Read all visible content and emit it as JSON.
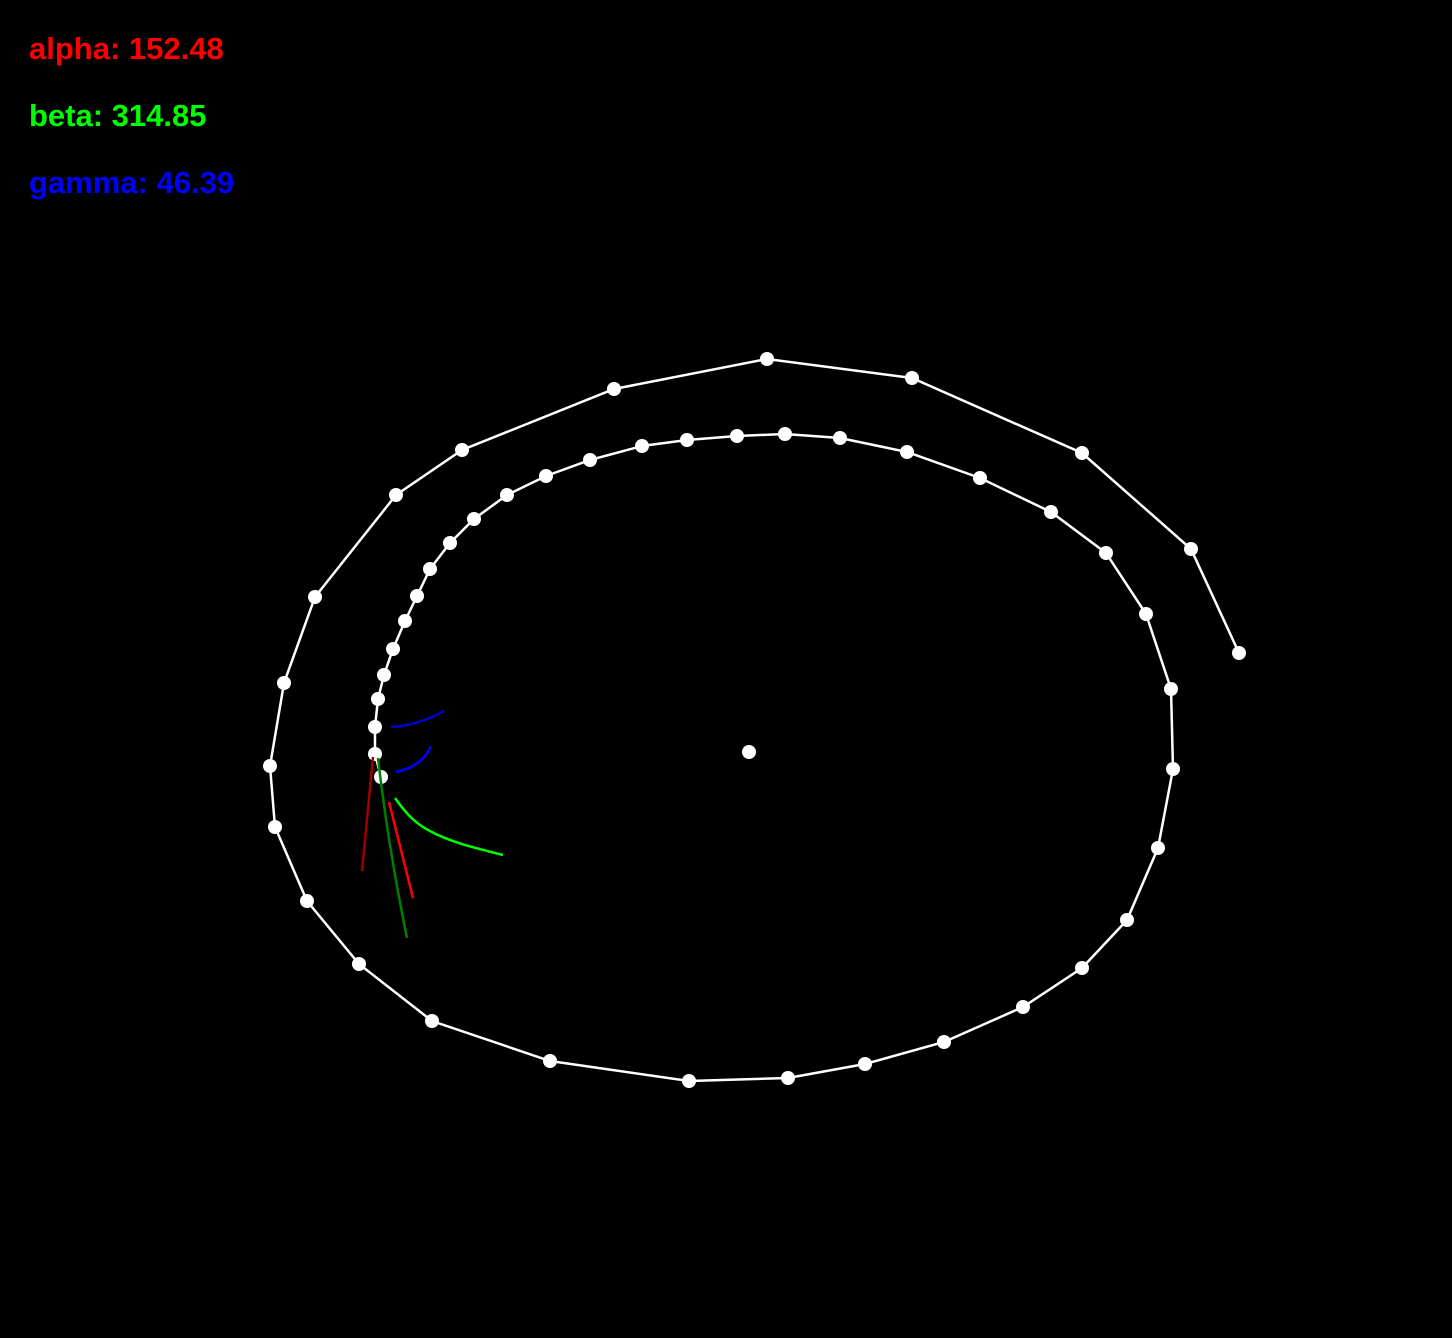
{
  "readouts": {
    "alpha": {
      "label": "alpha: 152.48",
      "color": "#ff0000"
    },
    "beta": {
      "label": "beta: 314.85",
      "color": "#00ff00"
    },
    "gamma": {
      "label": "gamma: 46.39",
      "color": "#0000ff"
    }
  },
  "scene": {
    "background_color": "#000000",
    "trajectory_color": "#ffffff"
  }
}
